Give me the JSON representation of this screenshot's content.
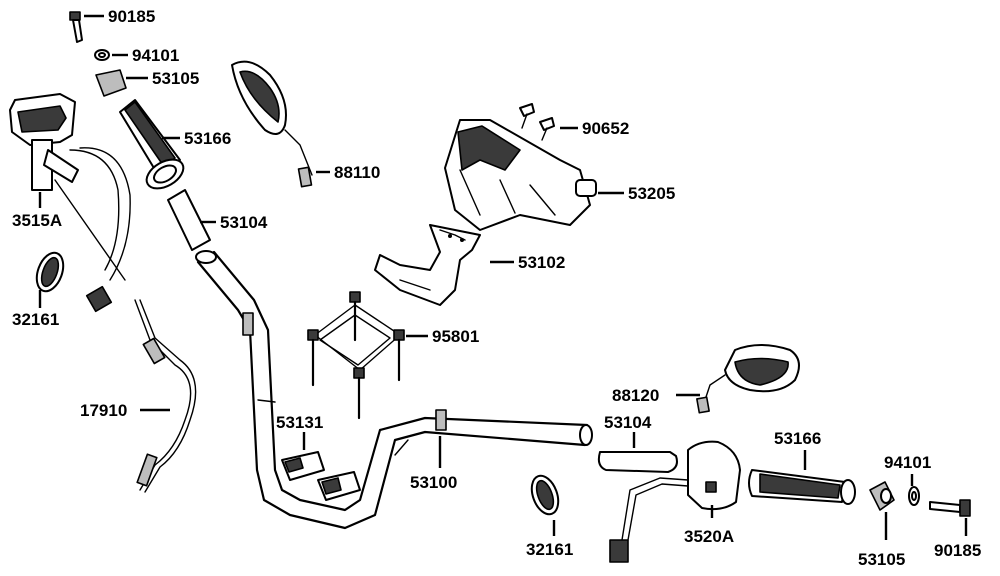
{
  "parts": {
    "p90185_top": "90185",
    "p94101_top": "94101",
    "p53105_top": "53105",
    "p53166_top": "53166",
    "p88110": "88110",
    "p90652": "90652",
    "p53205": "53205",
    "p3515A": "3515A",
    "p53104_top": "53104",
    "p53102": "53102",
    "p32161_left": "32161",
    "p95801": "95801",
    "p17910": "17910",
    "p88120": "88120",
    "p53104_right": "53104",
    "p53131": "53131",
    "p53166_right": "53166",
    "p94101_right": "94101",
    "p53100": "53100",
    "p3520A": "3520A",
    "p32161_bottom": "32161",
    "p53105_right": "53105",
    "p90185_right": "90185"
  }
}
